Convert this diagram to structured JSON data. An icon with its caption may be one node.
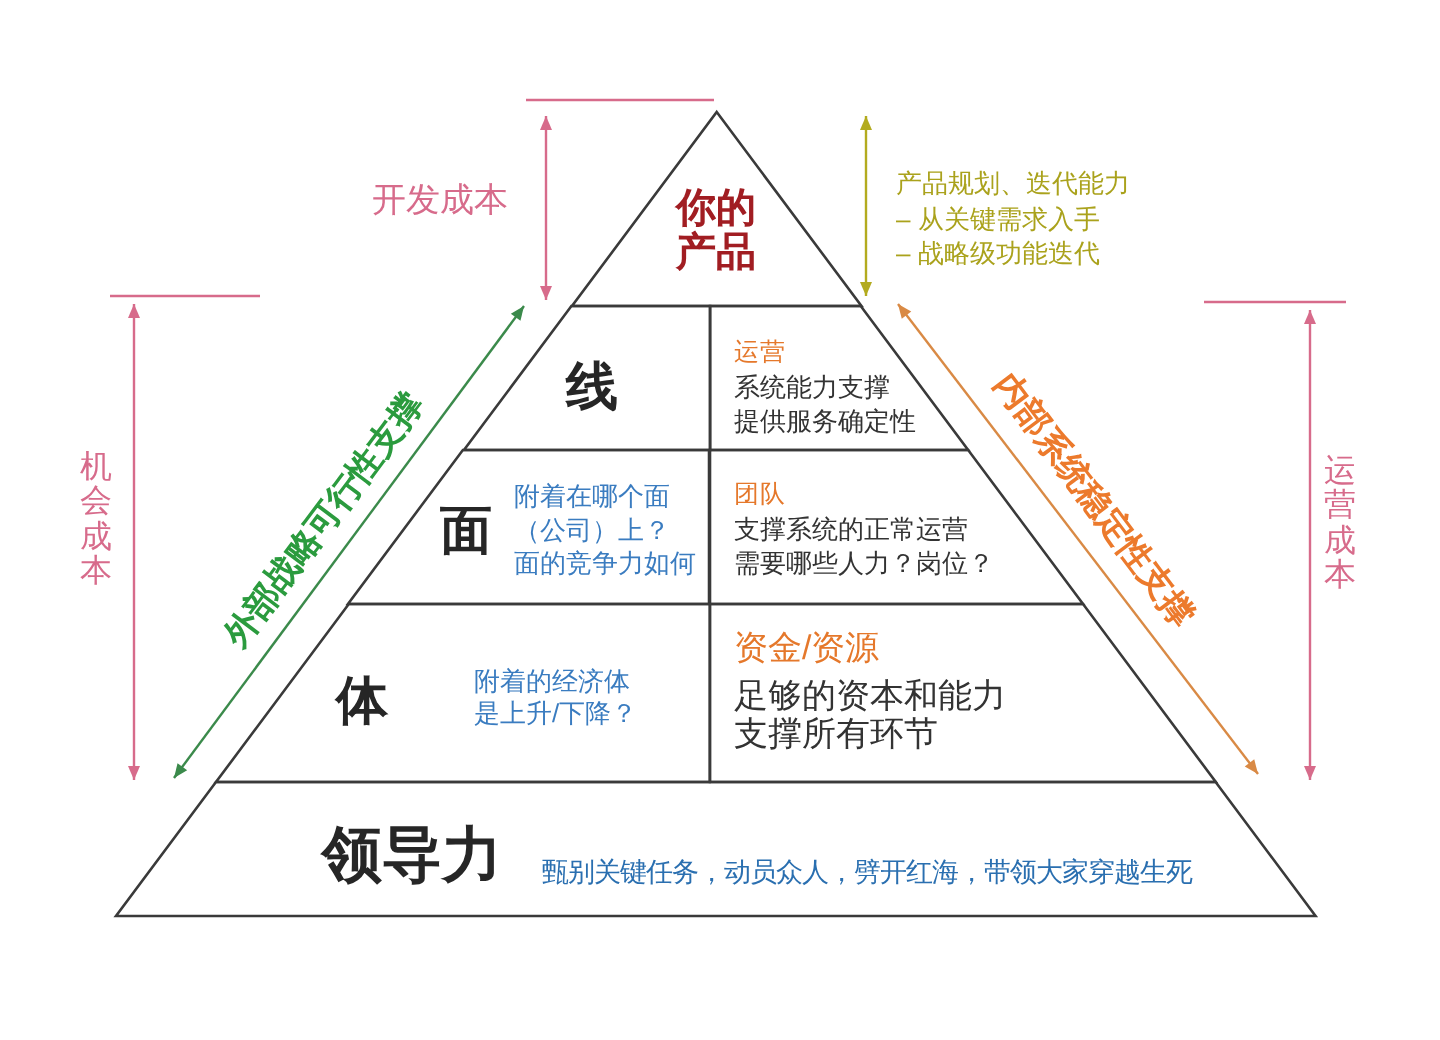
{
  "diagram": {
    "nodes": [
      {
        "text": [
          "你的产品"
        ]
      },
      {
        "text": [
          "线"
        ]
      },
      {
        "text": [
          "运营",
          "系统能力支撑",
          "提供服务确定性"
        ]
      },
      {
        "text": [
          "面",
          "附着在哪个面（公司）上？",
          "面的竞争力如何"
        ]
      },
      {
        "text": [
          "团队",
          "支撑系统的正常运营",
          "需要哪些人力？岗位？"
        ]
      },
      {
        "text": [
          "体",
          "附着的经济体是上升/下降？"
        ]
      },
      {
        "text": [
          "资金/资源",
          "足够的资本和能力支撑所有环节"
        ]
      },
      {
        "text": [
          "领导力",
          "甄别关键任务，动员众人，劈开红海，带领大家穿越生死"
        ]
      }
    ],
    "labels": [
      "开发成本",
      "产品规划、迭代能力",
      "– 从关键需求入手",
      "– 战略级功能迭代",
      "机会成本",
      "外部战略可行性支撑",
      "内部系统稳定性支撑",
      "运营成本"
    ]
  }
}
